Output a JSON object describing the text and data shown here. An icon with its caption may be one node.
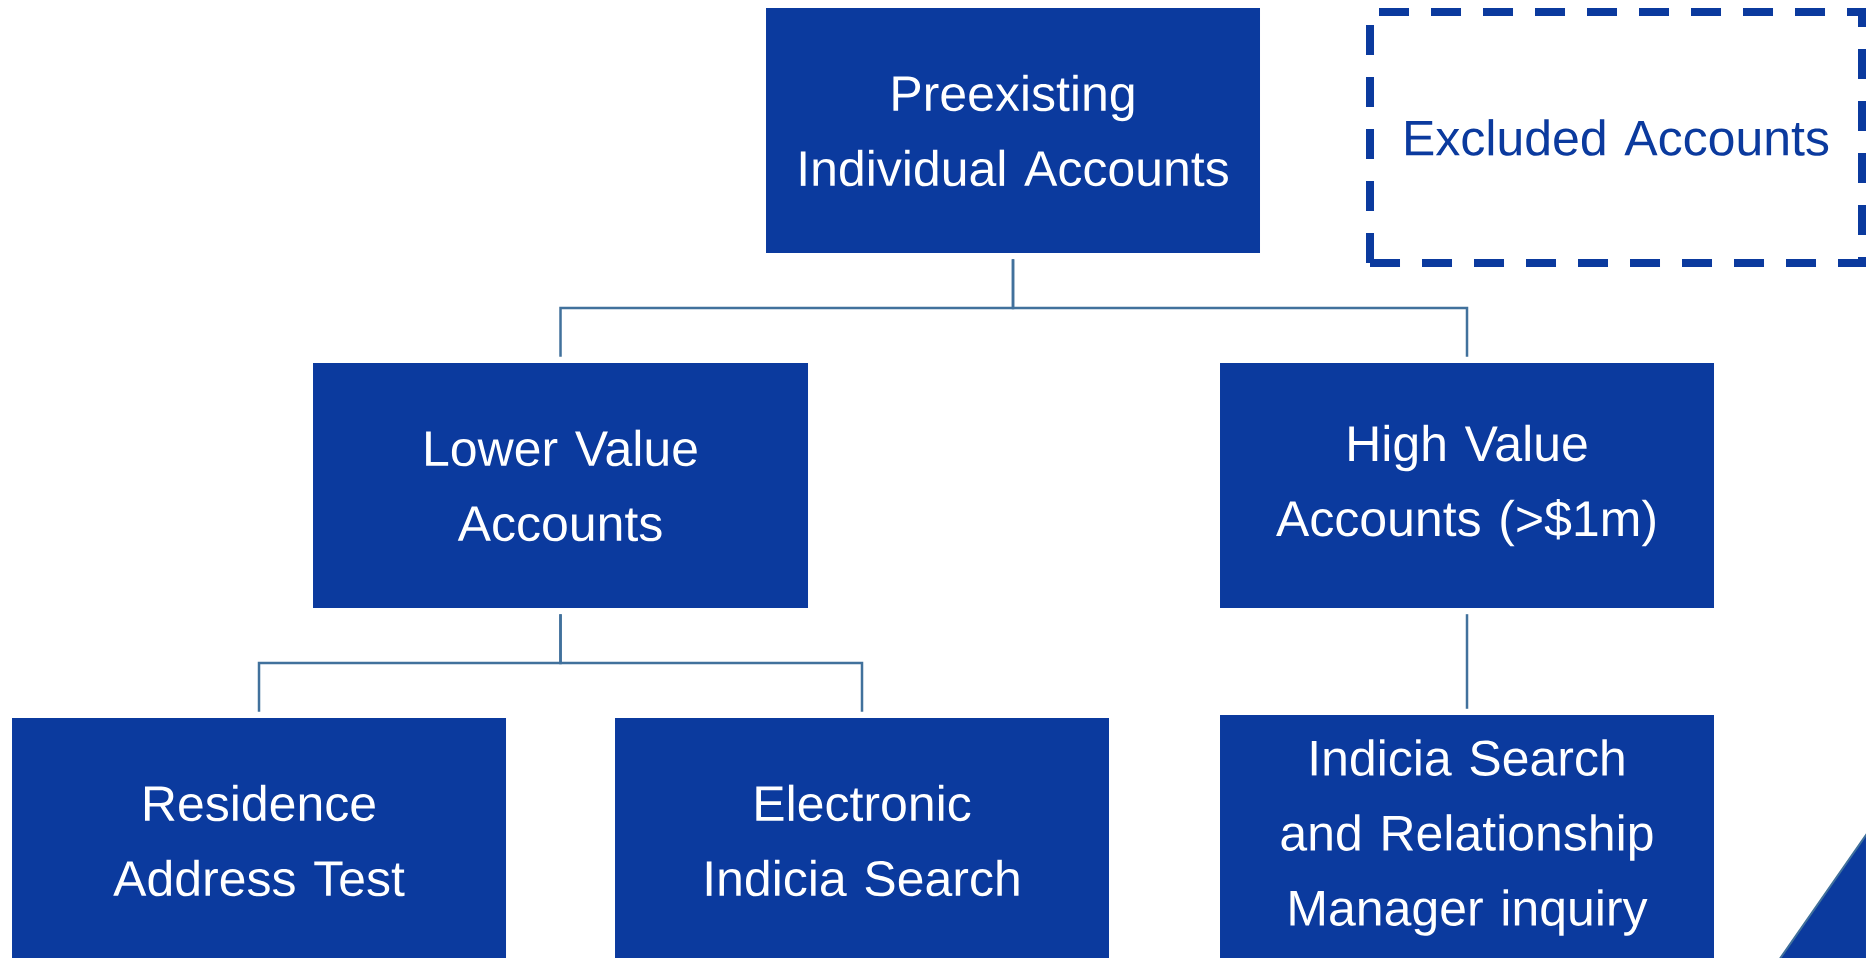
{
  "diagram": {
    "nodes": [
      {
        "text": [
          "Preexisting Individual Accounts"
        ]
      },
      {
        "text": [
          "Excluded Accounts"
        ]
      },
      {
        "text": [
          "Lower Value Accounts"
        ]
      },
      {
        "text": [
          "High Value Accounts (>$1m)"
        ]
      },
      {
        "text": [
          "Residence Address Test"
        ]
      },
      {
        "text": [
          "Electronic Indicia Search"
        ]
      },
      {
        "text": [
          "Indicia Search and Relationship Manager inquiry"
        ]
      }
    ],
    "edges": [
      {
        "from": 0,
        "to": 2,
        "arrow": "none"
      },
      {
        "from": 0,
        "to": 3,
        "arrow": "none"
      },
      {
        "from": 2,
        "to": 4,
        "arrow": "none"
      },
      {
        "from": 2,
        "to": 5,
        "arrow": "none"
      },
      {
        "from": 3,
        "to": 6,
        "arrow": "none"
      }
    ]
  }
}
